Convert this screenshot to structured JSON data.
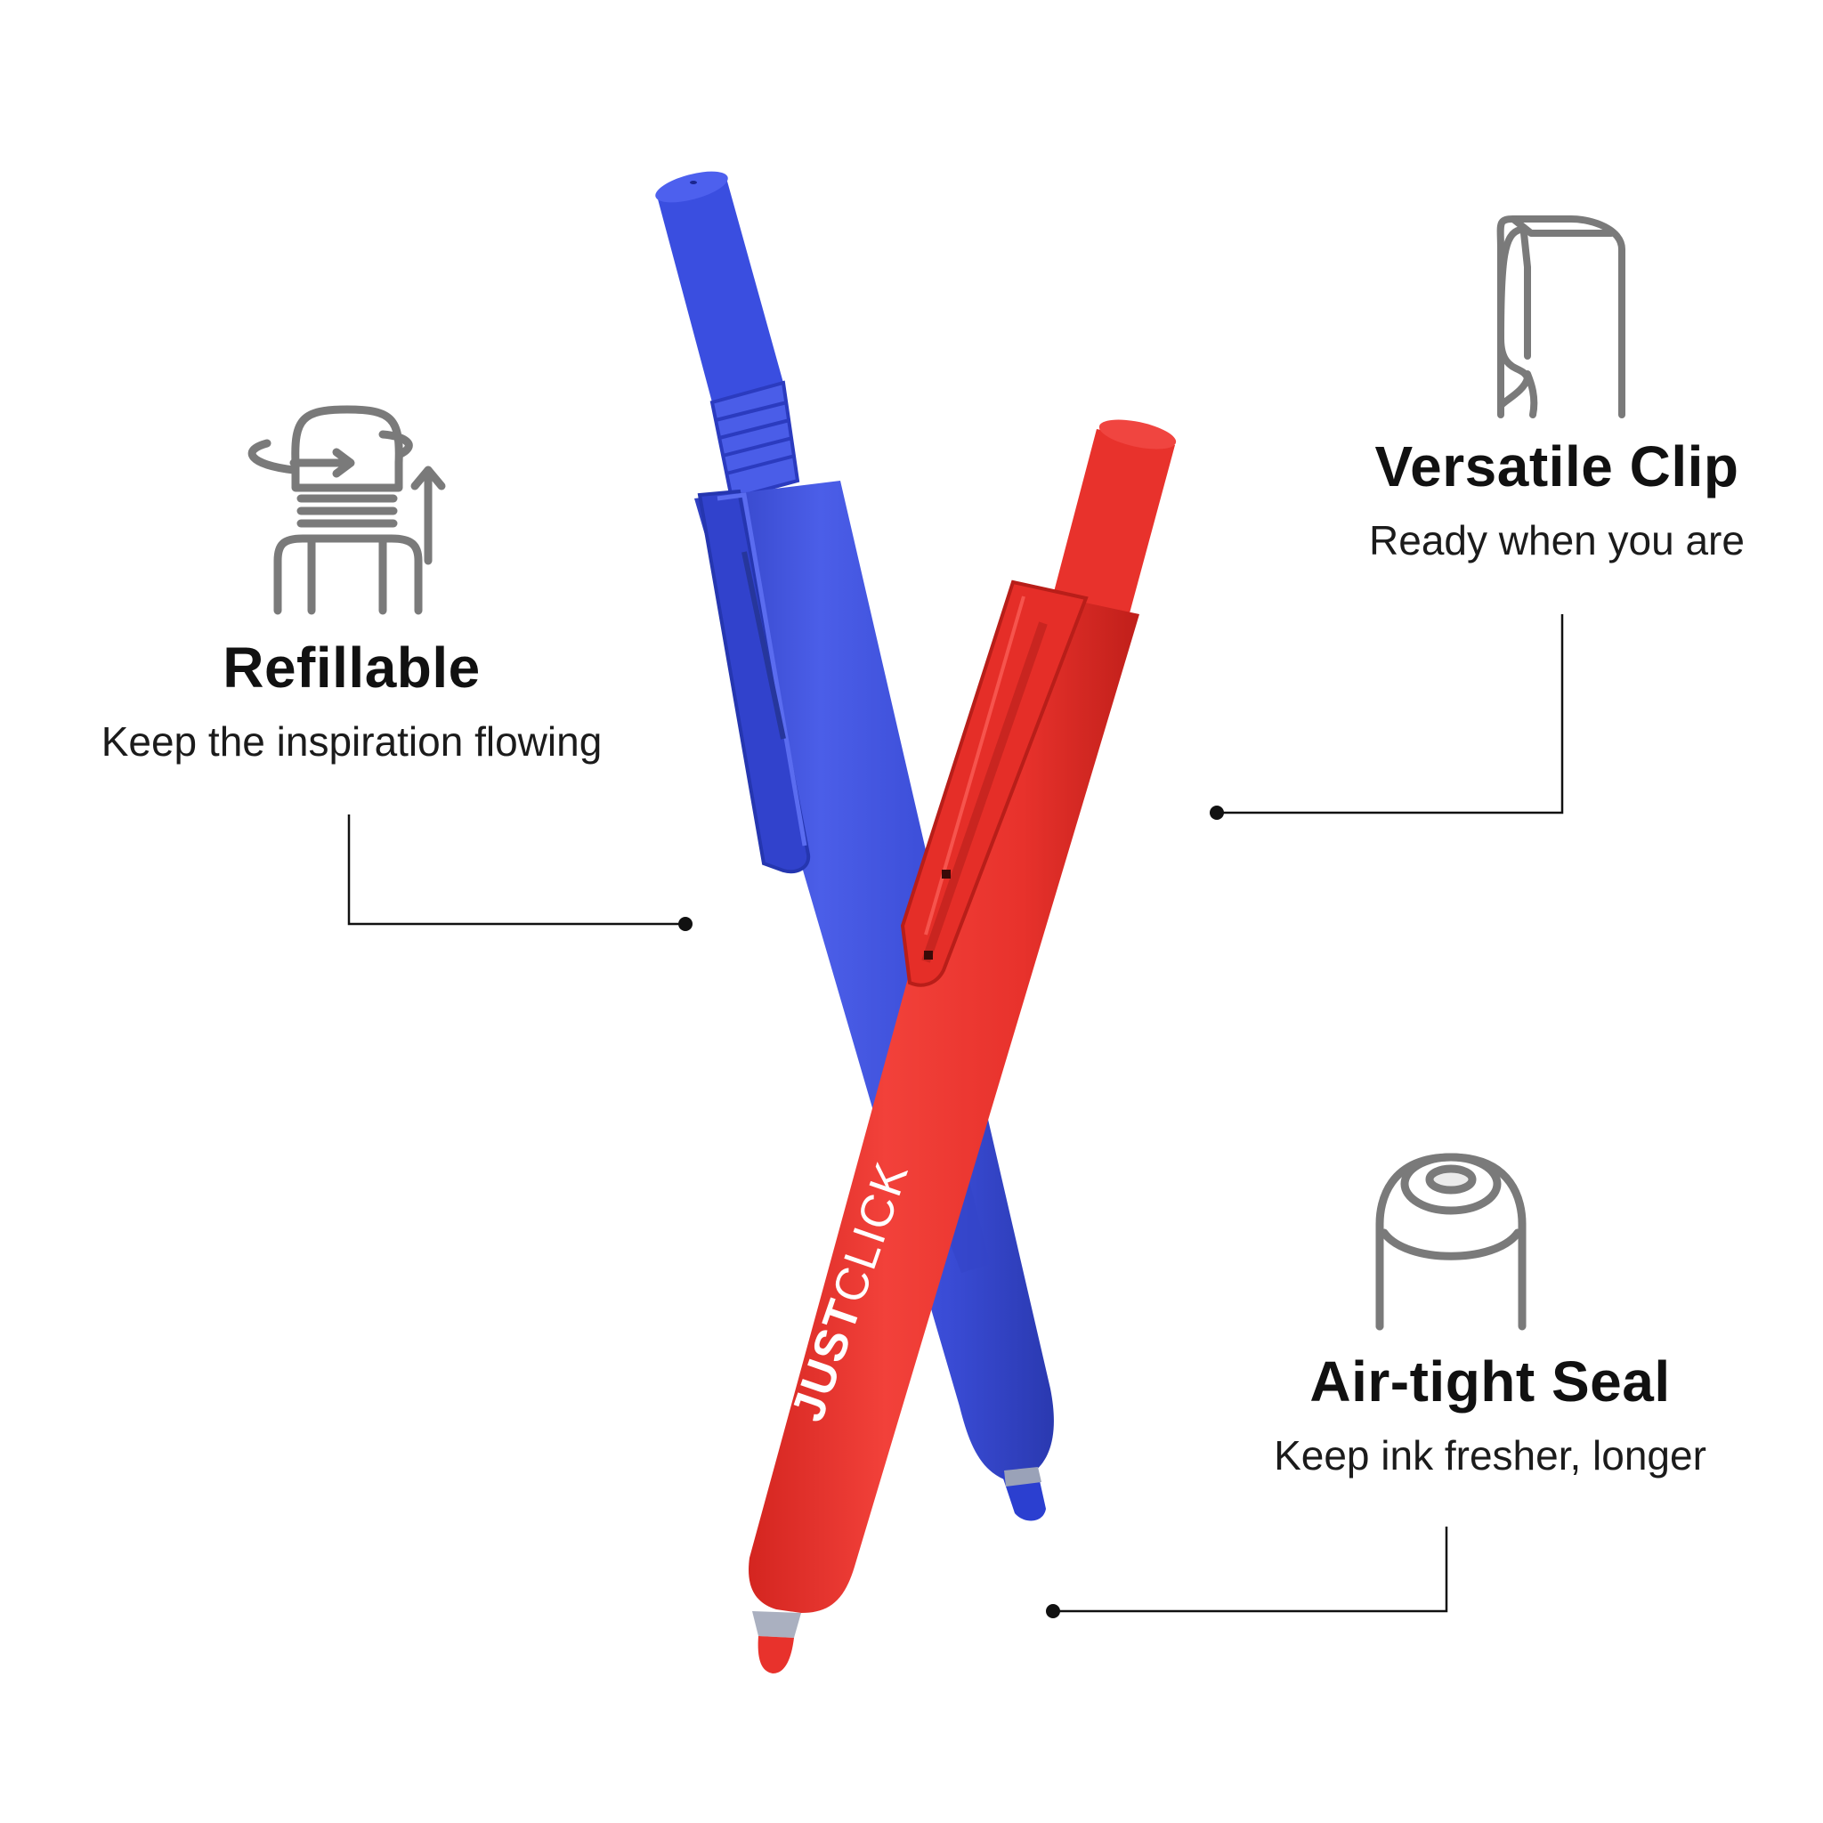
{
  "features": {
    "refillable": {
      "title": "Refillable",
      "subtitle": "Keep the inspiration flowing",
      "icon": "refill-cartridge-icon"
    },
    "clip": {
      "title": "Versatile Clip",
      "subtitle": "Ready when you are",
      "icon": "pen-clip-icon"
    },
    "seal": {
      "title": "Air-tight Seal",
      "subtitle": "Keep ink fresher, longer",
      "icon": "pen-cap-seal-icon"
    }
  },
  "product": {
    "brand": "JUSTCLICK",
    "pens": [
      {
        "name": "blue pen",
        "color": "#3a4fd8"
      },
      {
        "name": "red pen",
        "color": "#e8322c"
      }
    ]
  },
  "colors": {
    "background": "#ffffff",
    "icon_stroke": "#7a7a7a",
    "leader_line": "#111111",
    "text": "#111111"
  }
}
